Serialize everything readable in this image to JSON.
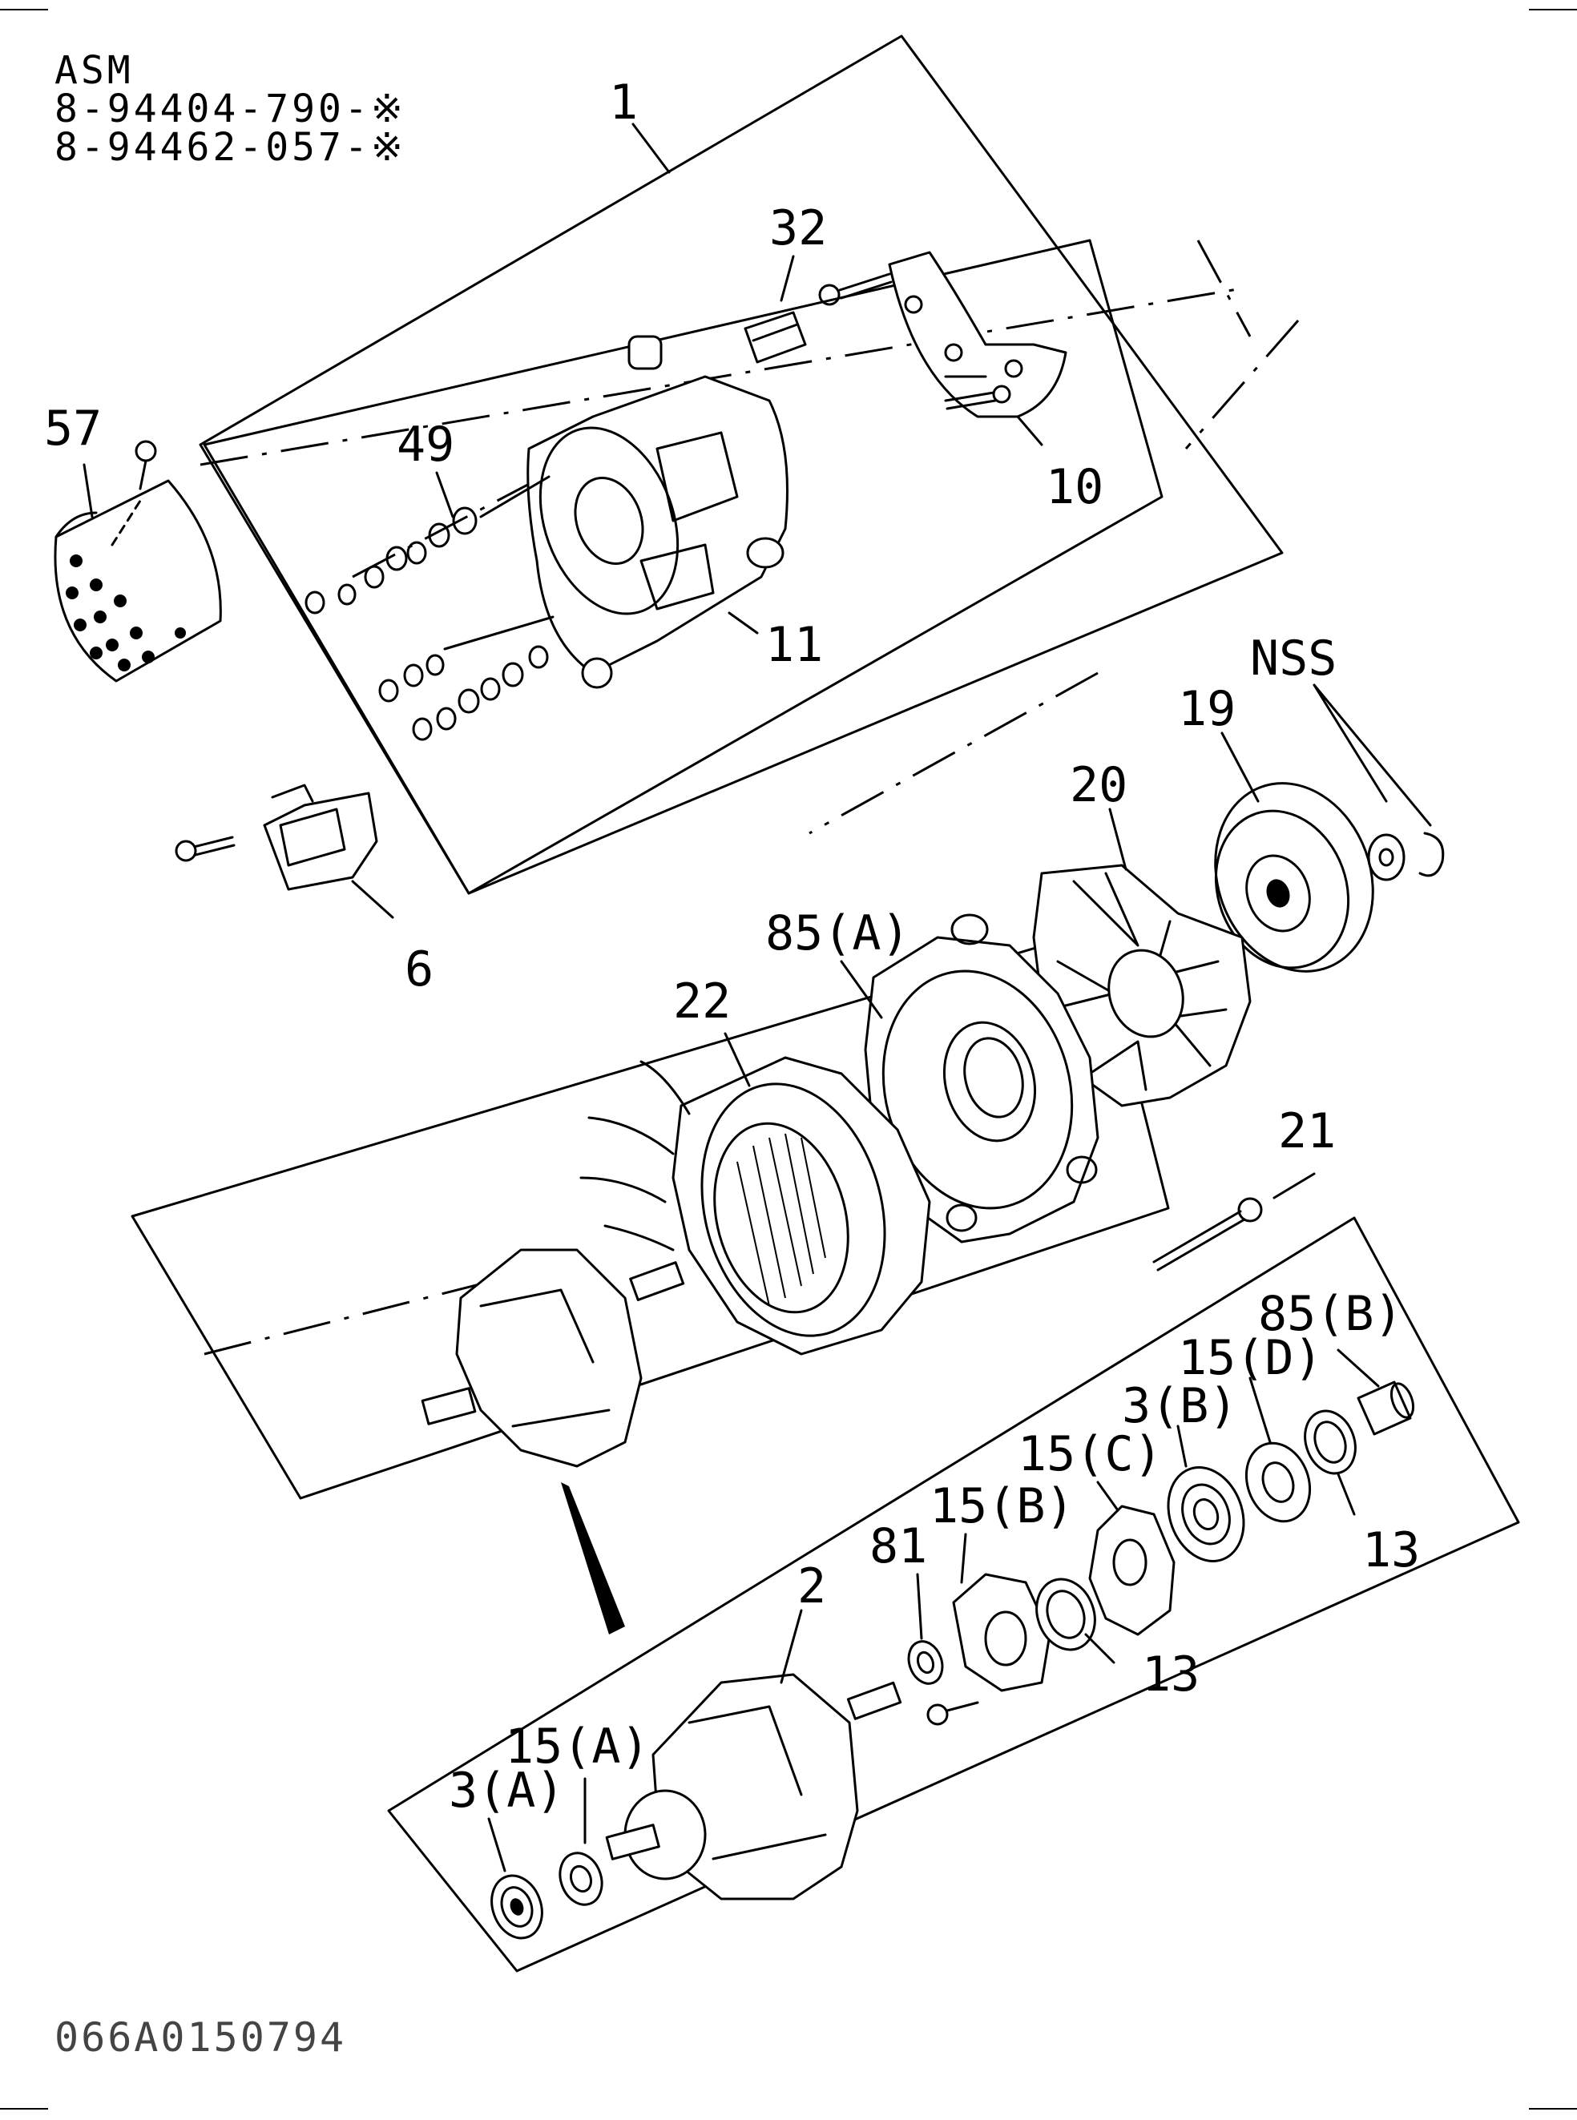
{
  "header": {
    "assembly_label": "ASM",
    "part_numbers": [
      "8-94404-790-※",
      "8-94462-057-※"
    ]
  },
  "drawing_code": "066A0150794",
  "callouts": {
    "c1": "1",
    "c32": "32",
    "c57": "57",
    "c49": "49",
    "c10": "10",
    "c11": "11",
    "c6": "6",
    "nss": "NSS",
    "c19": "19",
    "c20": "20",
    "c85a": "85(A)",
    "c22": "22",
    "c21": "21",
    "c85b": "85(B)",
    "c15d": "15(D)",
    "c3b": "3(B)",
    "c15c": "15(C)",
    "c15b": "15(B)",
    "c81": "81",
    "c13a": "13",
    "c13b": "13",
    "c2": "2",
    "c15a": "15(A)",
    "c3a": "3(A)"
  }
}
